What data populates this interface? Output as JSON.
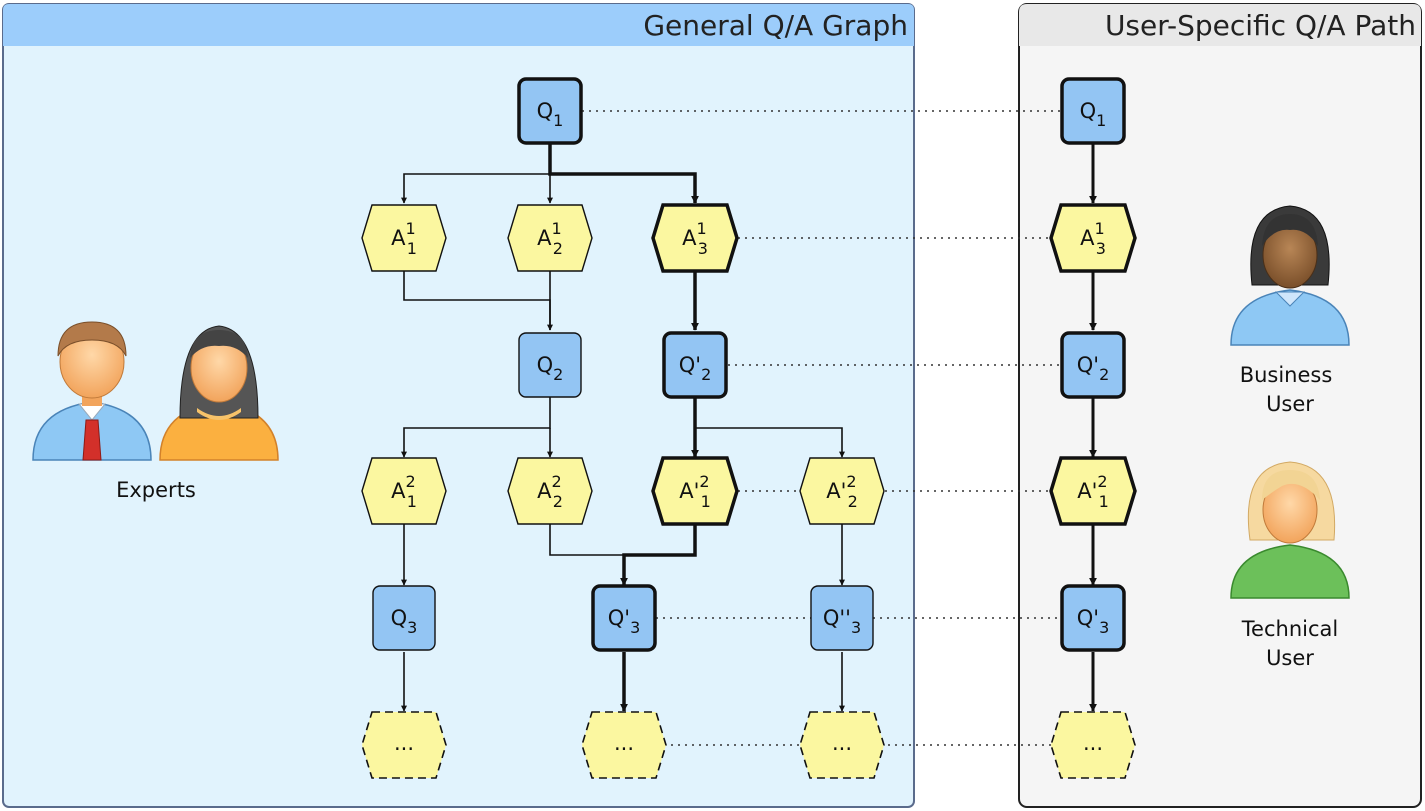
{
  "panels": {
    "general_title": "General Q/A Graph",
    "user_title": "User-Specific Q/A Path"
  },
  "people": {
    "experts_label": "Experts",
    "business_line1": "Business",
    "business_line2": "User",
    "technical_line1": "Technical",
    "technical_line2": "User"
  },
  "nodes": {
    "q1": {
      "base": "Q",
      "sub": "1",
      "sup": ""
    },
    "a11": {
      "base": "A",
      "sup": "1",
      "sub": "1"
    },
    "a12": {
      "base": "A",
      "sup": "1",
      "sub": "2"
    },
    "a13": {
      "base": "A",
      "sup": "1",
      "sub": "3"
    },
    "q2": {
      "base": "Q",
      "sub": "2",
      "sup": ""
    },
    "qp2": {
      "base": "Q'",
      "sub": "2",
      "sup": ""
    },
    "a21": {
      "base": "A",
      "sup": "2",
      "sub": "1"
    },
    "a22": {
      "base": "A",
      "sup": "2",
      "sub": "2"
    },
    "ap21": {
      "base": "A'",
      "sup": "2",
      "sub": "1"
    },
    "ap22": {
      "base": "A'",
      "sup": "2",
      "sub": "2"
    },
    "q3": {
      "base": "Q",
      "sub": "3",
      "sup": ""
    },
    "qp3": {
      "base": "Q'",
      "sub": "3",
      "sup": ""
    },
    "qpp3": {
      "base": "Q''",
      "sub": "3",
      "sup": ""
    },
    "ellipsis": "...",
    "u_q1": {
      "base": "Q",
      "sub": "1",
      "sup": ""
    },
    "u_a13": {
      "base": "A",
      "sup": "1",
      "sub": "3"
    },
    "u_qp2": {
      "base": "Q'",
      "sub": "2",
      "sup": ""
    },
    "u_ap21": {
      "base": "A'",
      "sup": "2",
      "sub": "1"
    },
    "u_qp3": {
      "base": "Q'",
      "sub": "3",
      "sup": ""
    }
  },
  "colors": {
    "general_panel_bg": "#e1f3fd",
    "general_header": "#9ccdfb",
    "general_border": "#5a6b8c",
    "user_panel_bg": "#f5f5f5",
    "user_header": "#e8e8e8",
    "question_fill": "#93c5f3",
    "answer_fill": "#fbf7a0"
  }
}
